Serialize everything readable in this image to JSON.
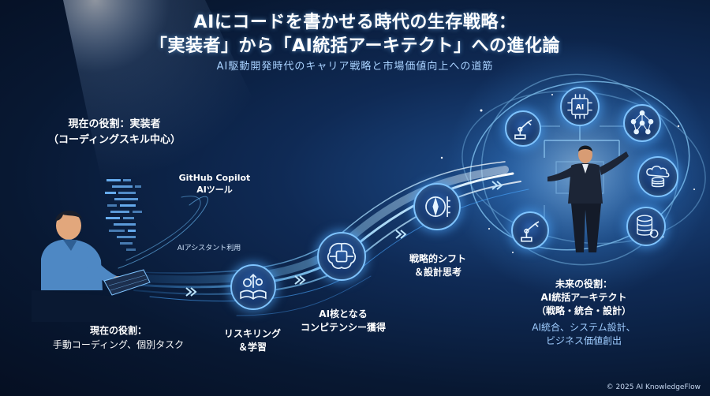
{
  "header": {
    "title_line1": "AIにコードを書かせる時代の生存戦略：",
    "title_line2": "「実装者」から「AI統括アーキテクト」への進化論",
    "subtitle": "AI駆動開発時代のキャリア戦略と市場価値向上への道筋"
  },
  "stages": {
    "current_role": {
      "line1": "現在の役割：実装者",
      "line2": "（コーディングスキル中心）"
    },
    "tools": {
      "line1": "GitHub Copilot",
      "line2": "AIツール"
    },
    "assistant": "AIアシスタント利用",
    "current_work": {
      "line1": "現在の役割：",
      "line2": "手動コーディング、個別タスク"
    },
    "reskilling": {
      "line1": "リスキリング",
      "line2": "＆学習"
    },
    "core_competency": {
      "line1": "AI核となる",
      "line2": "コンピテンシー獲得"
    },
    "strategic_shift": {
      "line1": "戦略的シフト",
      "line2": "＆設計思考"
    },
    "future_role": {
      "line1": "未来の役割：",
      "line2": "AI統括アーキテクト",
      "line3": "（戦略・統合・設計）",
      "line4": "AI統合、システム設計、",
      "line5": "ビジネス価値創出"
    }
  },
  "hub": {
    "chip_label": "AI"
  },
  "footer": {
    "copyright": "© 2025 AI KnowledgeFlow"
  },
  "colors": {
    "background": "#081832",
    "glow": "#6fc3ff",
    "accent_text": "#9fcdff"
  },
  "icons": [
    "developer-figure",
    "code-stream",
    "book-gears-icon",
    "brain-chip-icon",
    "compass-icon",
    "ai-chip-icon",
    "neural-network-icon",
    "cloud-database-icon",
    "database-icon",
    "robot-arm-icon",
    "architect-figure"
  ]
}
